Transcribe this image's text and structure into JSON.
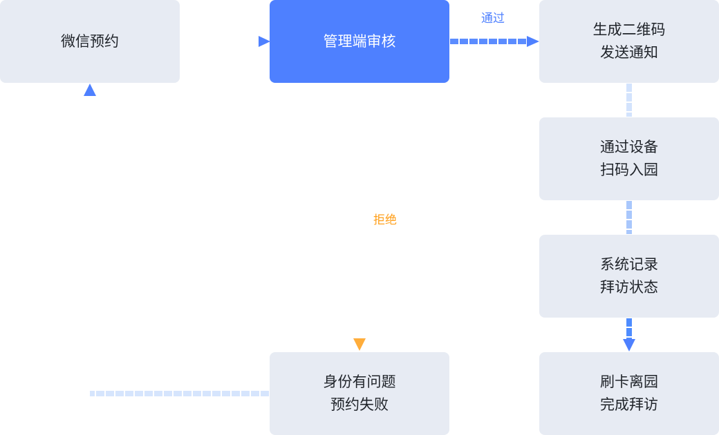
{
  "nodes": {
    "wechat_booking": {
      "lines": [
        "微信预约"
      ]
    },
    "admin_review": {
      "lines": [
        "管理端审核"
      ]
    },
    "generate_qr": {
      "lines": [
        "生成二维码",
        "发送通知"
      ]
    },
    "scan_entry": {
      "lines": [
        "通过设备",
        "扫码入园"
      ]
    },
    "record_status": {
      "lines": [
        "系统记录",
        "拜访状态"
      ]
    },
    "card_exit": {
      "lines": [
        "刷卡离园",
        "完成拜访"
      ]
    },
    "identity_issue": {
      "lines": [
        "身份有问题",
        "预约失败"
      ]
    }
  },
  "edges": {
    "approve_label": "通过",
    "reject_label": "拒绝"
  },
  "colors": {
    "primary": "#4e80ff",
    "node_bg": "#e7ebf3",
    "approve_text": "#4e80ff",
    "reject": "#ffad3b",
    "light_blue": "#cfe0fc"
  }
}
